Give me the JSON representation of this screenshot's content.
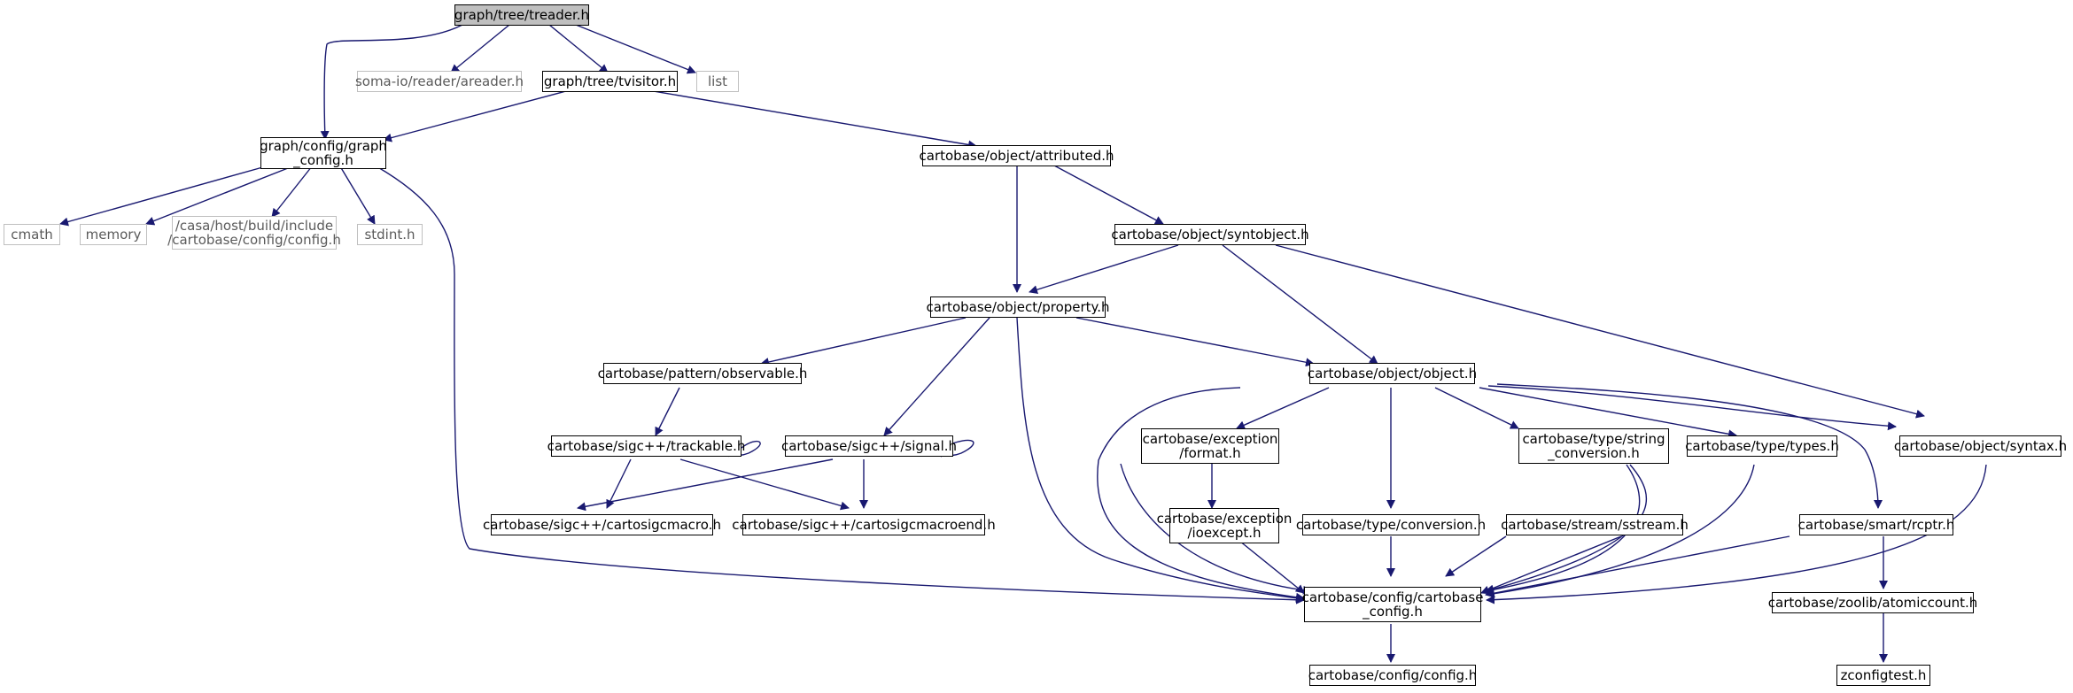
{
  "colors": {
    "edge": "#191970",
    "node_border": "#000000",
    "external_border": "#bfbfbf",
    "root_fill": "#bfbfbf"
  },
  "nodes": {
    "treader": "graph/tree/treader.h",
    "areader": "soma-io/reader/areader.h",
    "tvisitor": "graph/tree/tvisitor.h",
    "list": "list",
    "graph_config": "graph/config/graph\n_config.h",
    "attributed": "cartobase/object/attributed.h",
    "cmath": "cmath",
    "memory": "memory",
    "casa_config": "/casa/host/build/include\n/cartobase/config/config.h",
    "stdint": "stdint.h",
    "syntobject": "cartobase/object/syntobject.h",
    "property": "cartobase/object/property.h",
    "observable": "cartobase/pattern/observable.h",
    "object": "cartobase/object/object.h",
    "trackable": "cartobase/sigc++/trackable.h",
    "signal": "cartobase/sigc++/signal.h",
    "exc_format": "cartobase/exception\n/format.h",
    "string_conv": "cartobase/type/string\n_conversion.h",
    "types": "cartobase/type/types.h",
    "syntax": "cartobase/object/syntax.h",
    "sigcmacro": "cartobase/sigc++/cartosigcmacro.h",
    "sigcmacroend": "cartobase/sigc++/cartosigcmacroend.h",
    "ioexcept": "cartobase/exception\n/ioexcept.h",
    "conversion": "cartobase/type/conversion.h",
    "sstream": "cartobase/stream/sstream.h",
    "rcptr": "cartobase/smart/rcptr.h",
    "cartobase_config": "cartobase/config/cartobase\n_config.h",
    "atomiccount": "cartobase/zoolib/atomiccount.h",
    "config_h": "cartobase/config/config.h",
    "zconfigtest": "zconfigtest.h"
  }
}
